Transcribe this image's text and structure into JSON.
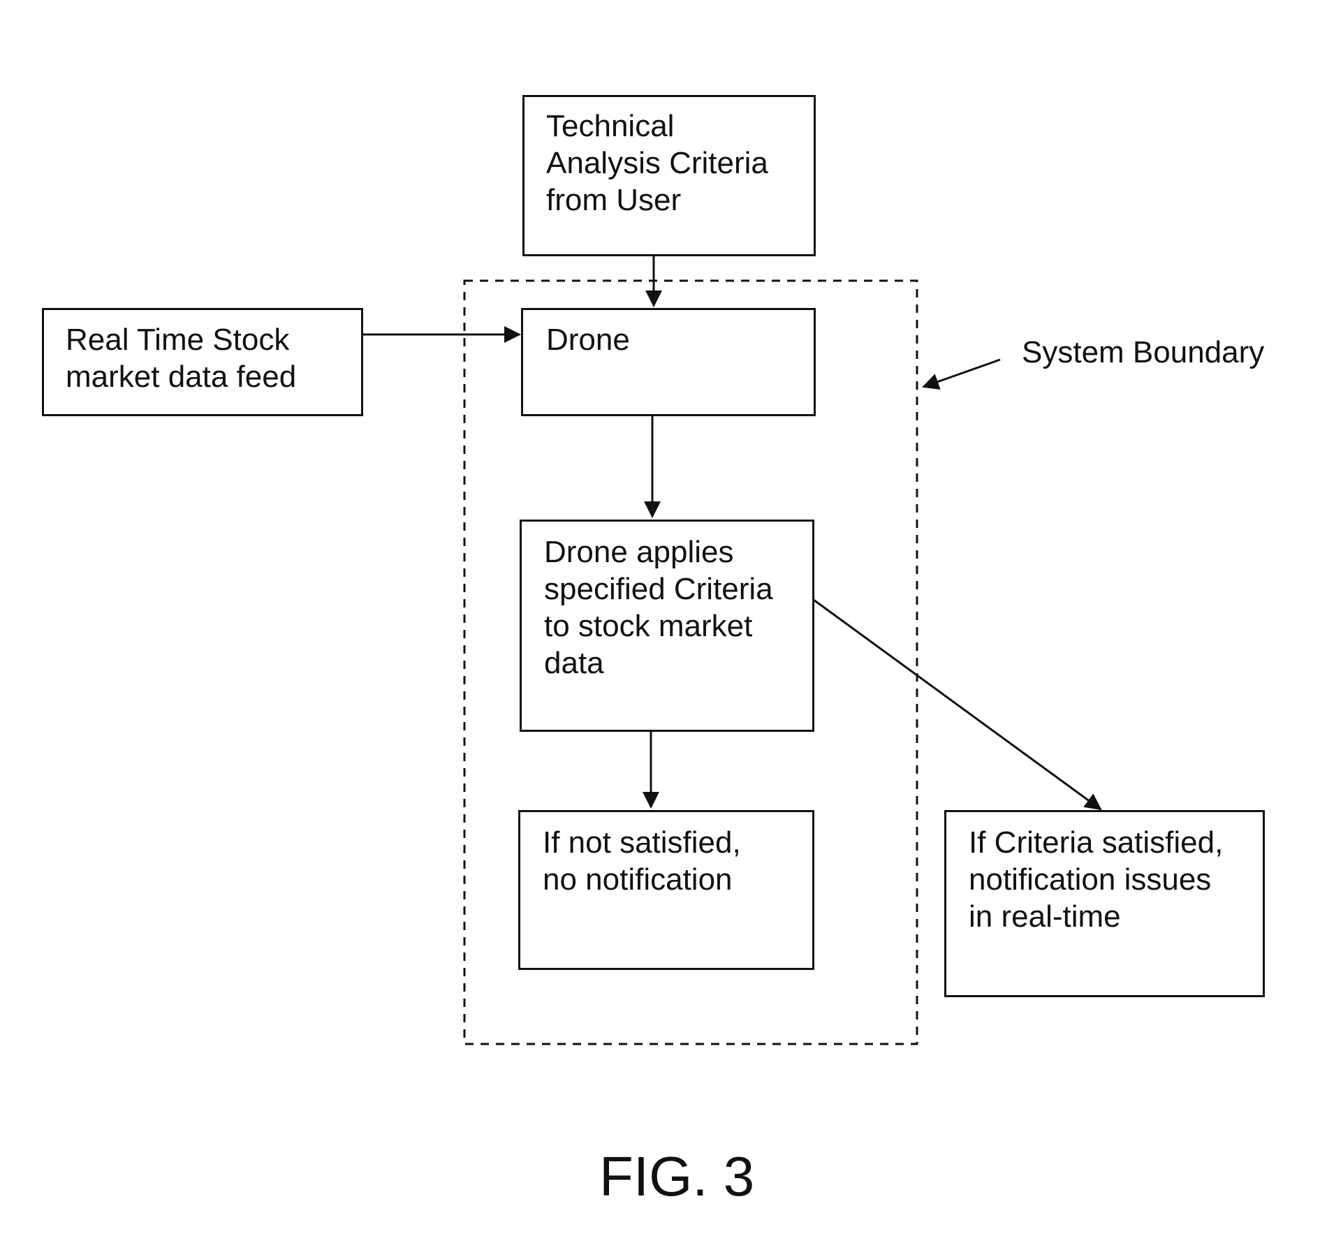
{
  "diagram": {
    "nodes": [
      {
        "id": "technical-analysis-criteria",
        "label": "Technical\nAnalysis Criteria\nfrom User"
      },
      {
        "id": "real-time-feed",
        "label": "Real Time Stock\nmarket data feed"
      },
      {
        "id": "drone",
        "label": "Drone"
      },
      {
        "id": "drone-applies",
        "label": "Drone applies\nspecified Criteria\nto stock market\ndata"
      },
      {
        "id": "not-satisfied",
        "label": "If not satisfied,\nno notification"
      },
      {
        "id": "criteria-satisfied",
        "label": "If Criteria satisfied,\nnotification issues\nin real-time"
      }
    ],
    "edges": [
      {
        "from": "technical-analysis-criteria",
        "to": "drone"
      },
      {
        "from": "real-time-feed",
        "to": "drone"
      },
      {
        "from": "drone",
        "to": "drone-applies"
      },
      {
        "from": "drone-applies",
        "to": "not-satisfied"
      },
      {
        "from": "drone-applies",
        "to": "criteria-satisfied"
      }
    ],
    "system_boundary_label": "System Boundary",
    "figure_caption": "FIG. 3"
  },
  "colors": {
    "ink": "#111111",
    "background": "#ffffff"
  }
}
